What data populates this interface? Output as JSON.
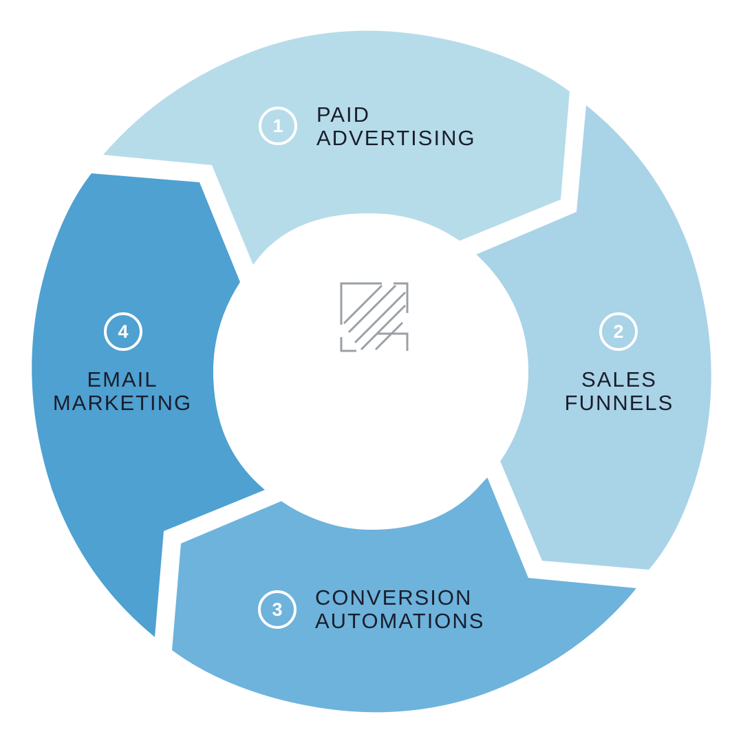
{
  "colors": {
    "background": "#ffffff",
    "step1": "#b6dcea",
    "step2": "#a9d3e7",
    "step3": "#6db3dc",
    "step4": "#4ea1d1",
    "center": "#ffffff",
    "label_text": "#1a1d2b",
    "badge_stroke": "#ffffff"
  },
  "logo": {
    "icon": "square-monogram-logo-icon"
  },
  "steps": [
    {
      "number": "1",
      "line1": "PAID",
      "line2": "ADVERTISING",
      "icon": "circled-number-icon"
    },
    {
      "number": "2",
      "line1": "SALES",
      "line2": "FUNNELS",
      "icon": "circled-number-icon"
    },
    {
      "number": "3",
      "line1": "CONVERSION",
      "line2": "AUTOMATIONS",
      "icon": "circled-number-icon"
    },
    {
      "number": "4",
      "line1": "EMAIL",
      "line2": "MARKETING",
      "icon": "circled-number-icon"
    }
  ]
}
